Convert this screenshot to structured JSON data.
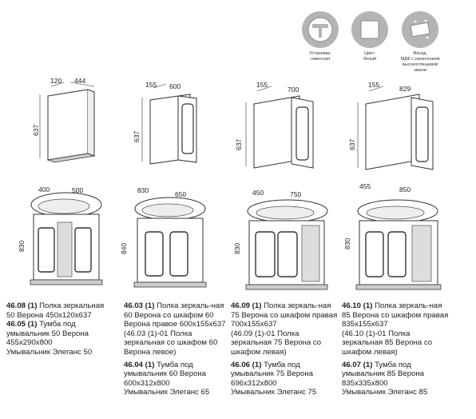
{
  "icons": [
    {
      "name": "wall-mount-icon",
      "caption_l1": "Установка:",
      "caption_l2": "навесная"
    },
    {
      "name": "color-white-icon",
      "caption_l1": "Цвет:",
      "caption_l2": "белый"
    },
    {
      "name": "facade-enamel-icon",
      "caption_l1": "Фасад:",
      "caption_l2": "МДФ с нанесением",
      "caption_l3": "высокоглянцевой эмали"
    }
  ],
  "mirrors": [
    {
      "depth": "120",
      "width": "444",
      "height": "637"
    },
    {
      "depth": "155",
      "width": "600",
      "height": "637"
    },
    {
      "depth": "155",
      "width": "700",
      "height": "637"
    },
    {
      "depth": "155",
      "width": "829",
      "height": "637"
    }
  ],
  "cabinets": [
    {
      "depth": "400",
      "width": "500",
      "height": "830"
    },
    {
      "depth": "830",
      "width": "650",
      "height": "840"
    },
    {
      "depth": "450",
      "width": "750",
      "height": "830"
    },
    {
      "depth": "455",
      "width": "850",
      "height": "830"
    }
  ],
  "descriptions": [
    {
      "p1_code": "46.08 (1)",
      "p1_text": " Полка зеркальная 50 Верона 450х120х637",
      "p2_code": "46.05 (1)",
      "p2_text": " Тумба под умывальник 50 Верона 455х290х800",
      "p3_text": "Умывальник Элеганс 50"
    },
    {
      "p1_code": "46.03 (1)",
      "p1_text": " Полка зеркаль-ная 60 Верона со шкафом 60 Верона правое 600х155х637",
      "p1b_text": "(46.03 (1)-01 Полка зеркальная со шкафом 60 Верона левое)",
      "p2_code": "46.04 (1)",
      "p2_text": " Тумба под умывальник 60 Верона 600х312х800",
      "p3_text": "Умывальник Элеганс 65"
    },
    {
      "p1_code": "46.09 (1)",
      "p1_text": " Полка зеркаль-ная 75 Верона со шкафом правая 700х155х637",
      "p1b_text": "(46.09 (1)-01 Полка зеркальная 75 Верона со шкафом левая)",
      "p2_code": "46.06 (1)",
      "p2_text": " Тумба под умывальник 75 Верона 696х312х800",
      "p3_text": "Умывальник Элеганс 75"
    },
    {
      "p1_code": "46.10 (1)",
      "p1_text": " Полка зеркаль-ная 85 Верона со шкафом правая 835х155х637",
      "p1b_text": "(46.10 (1)-01 Полка зеркальная 85 Верона со шкафом левая)",
      "p2_code": "46.07 (1)",
      "p2_text": " Тумба под умывальник 85 Верона 835х335х800",
      "p3_text": "Умывальник Элеганс 85"
    }
  ]
}
